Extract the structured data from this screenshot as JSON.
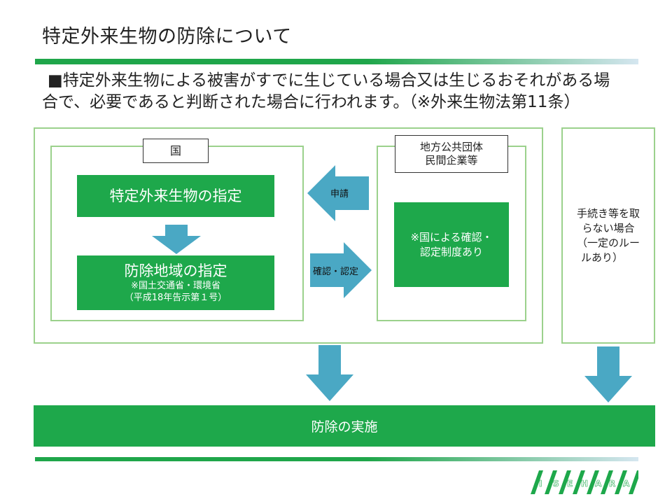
{
  "title": "特定外来生物の防除について",
  "intro": {
    "line1": "■特定外来生物による被害がすでに生じている場合又は生じるおそれがある場",
    "line2": "合で、必要であると判断された場合に行われます。（※外来生物法第11条）"
  },
  "national": {
    "label": "国",
    "designation_species": "特定外来生物の指定",
    "designation_area": {
      "main": "防除地域の指定",
      "note1": "※国土交通省・環境省",
      "note2": "（平成18年告示第１号）"
    }
  },
  "local": {
    "label_line1": "地方公共団体",
    "label_line2": "民間企業等",
    "box_line1": "※国による確認・",
    "box_line2": "認定制度あり"
  },
  "arrows": {
    "application": "申請",
    "confirmation": "確認・認定"
  },
  "no_procedure": {
    "line1": "手続き等を取",
    "line2": "らない場合",
    "line3": "（一定のルー",
    "line4": "ルあり）"
  },
  "result": "防除の実施",
  "logo": {
    "text": "ISEHARA",
    "letters": [
      "I",
      "S",
      "E",
      "H",
      "A",
      "R",
      "A"
    ]
  },
  "colors": {
    "green": "#1ea84b",
    "frame_green": "#9bd18c",
    "arrow_blue": "#4aa8c4"
  }
}
